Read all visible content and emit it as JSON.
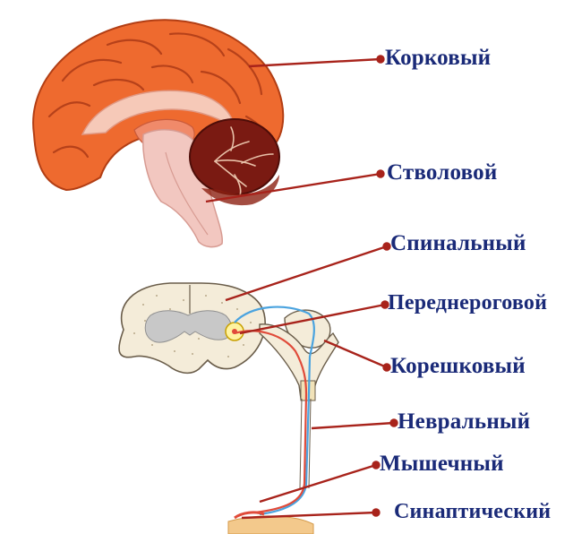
{
  "colors": {
    "brain": "#ee6a2f",
    "brain_dark": "#c94a1c",
    "cerebellum": "#7a1a12",
    "brainstem": "#f2c7c0",
    "spinal_cord": "#f4ecd9",
    "grey_matter": "#c8c8c8",
    "nerve_blue": "#4aa3df",
    "nerve_red": "#e04b3a",
    "pointer": "#a8231b",
    "label_text": "#1a2a78"
  },
  "labels": {
    "cortical": "Корковый",
    "stem": "Стволовой",
    "spinal": "Спинальный",
    "anterior_horn": "Переднероговой",
    "radicular": "Корешковый",
    "neural": "Невральный",
    "muscular": "Мышечный",
    "synaptic": "Синаптический"
  }
}
